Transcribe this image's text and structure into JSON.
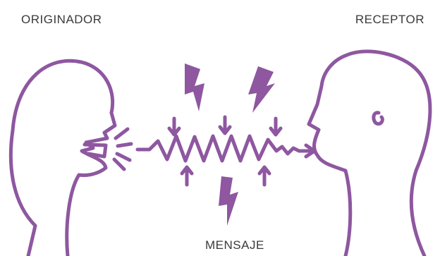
{
  "labels": {
    "sender": "ORIGINADOR",
    "receiver": "RECEPTOR",
    "message": "MENSAJE"
  },
  "colors": {
    "stroke": "#8e57a0",
    "text": "#3a3a3a",
    "background": "#ffffff"
  },
  "icons": [
    "lightning-bolt-icon",
    "arrow-down-icon",
    "arrow-up-icon",
    "ear-icon"
  ]
}
